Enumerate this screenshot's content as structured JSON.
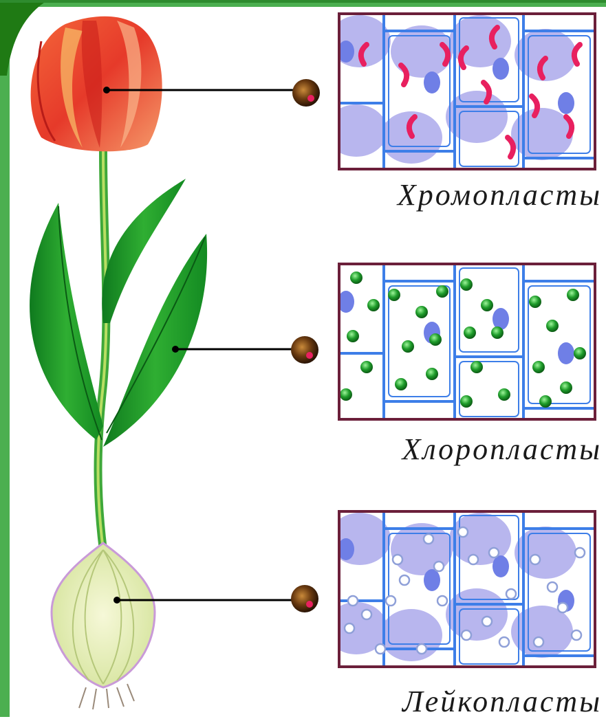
{
  "colors": {
    "frame_green": "#2f7d1f",
    "frame_border": "#6b1f3a",
    "cell_wall": "#3d7ee8",
    "vacuole": "#b8b6ee",
    "nucleus": "#6f7fe6",
    "chromoplast": "#e8205f",
    "chloroplast": "#1e9c2a",
    "leucoplast": "#8fa0d8"
  },
  "panels": [
    {
      "id": "chromo",
      "label": "Хромопласты",
      "plastid": "chromoplast",
      "plant_part": "flower"
    },
    {
      "id": "chloro",
      "label": "Хлоропласты",
      "plastid": "chloroplast",
      "plant_part": "leaf"
    },
    {
      "id": "leuco",
      "label": "Лейкопласты",
      "plastid": "leucoplast",
      "plant_part": "bulb"
    }
  ]
}
